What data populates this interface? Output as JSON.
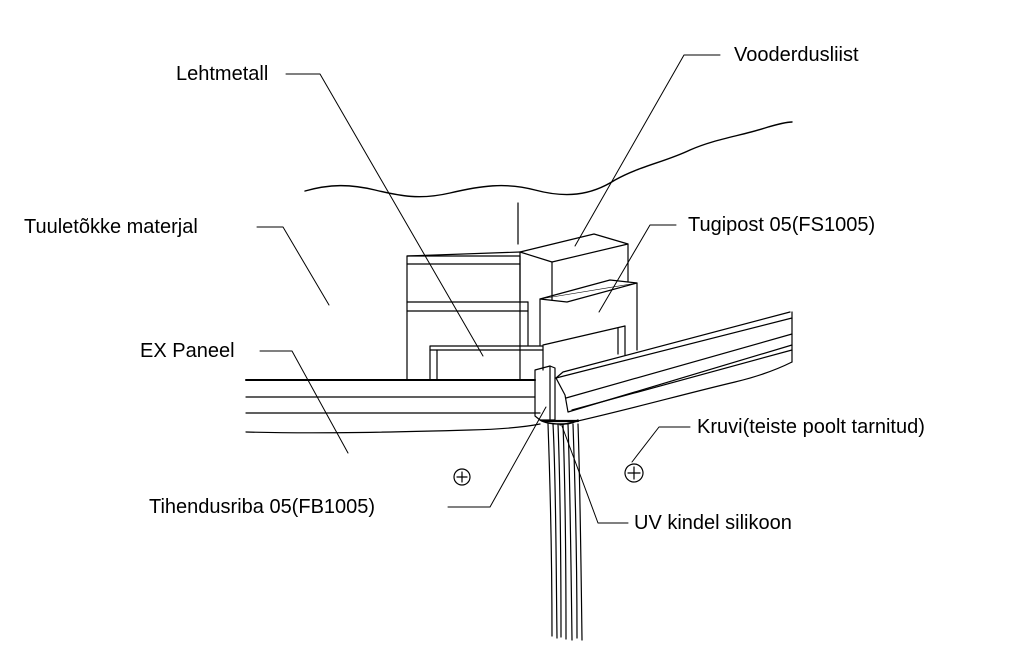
{
  "labels": {
    "lehtmetall": "Lehtmetall",
    "vooderdusliist": "Vooderdusliist",
    "tuuletokke": "Tuuletõkke materjal",
    "tugipost": "Tugipost 05(FS1005)",
    "ex_paneel": "EX Paneel",
    "kruvi": "Kruvi(teiste poolt tarnitud)",
    "tihendusriba": "Tihendusriba 05(FB1005)",
    "uv_silikoon": "UV kindel silikoon"
  },
  "icons": {
    "screw": "screw-head-icon"
  },
  "colors": {
    "ink": "#000000",
    "paper": "#ffffff"
  }
}
